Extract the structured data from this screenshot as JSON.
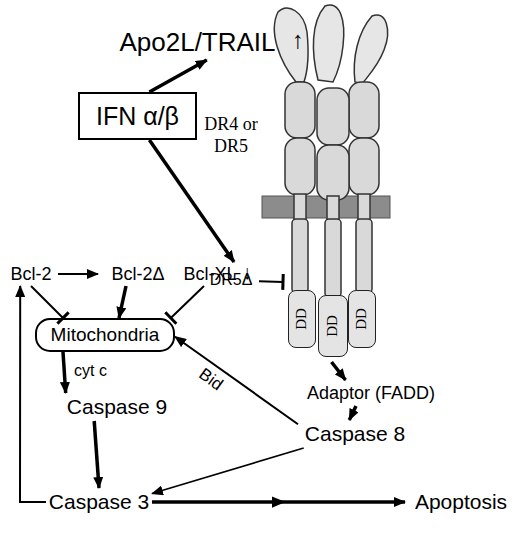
{
  "diagram": {
    "nodes": [
      {
        "text": [
          "Apo2L/TRAIL"
        ]
      },
      {
        "text": [
          "DR4 or DR5"
        ]
      },
      {
        "text": [
          "DD"
        ],
        "in": 1
      },
      {
        "text": [
          "DD"
        ],
        "in": 1
      },
      {
        "text": [
          "DD"
        ],
        "in": 1
      },
      {
        "text": [
          "IFN α/β"
        ]
      },
      {
        "text": [
          "DR5Δ"
        ]
      },
      {
        "text": [
          "Bcl-2"
        ]
      },
      {
        "text": [
          "Bcl-2Δ"
        ]
      },
      {
        "text": [
          "Bcl-XL"
        ]
      },
      {
        "text": [
          "Adaptor (FADD)"
        ]
      },
      {
        "text": [
          "Mitochondria"
        ]
      },
      {
        "text": [
          "Caspase 8"
        ]
      },
      {
        "text": [
          "Caspase 9"
        ]
      },
      {
        "text": [
          "Caspase 3"
        ]
      },
      {
        "text": [
          "Apoptosis"
        ]
      }
    ],
    "edges": [
      {
        "from": 5,
        "to": 0,
        "arrow": "to"
      },
      {
        "from": 5,
        "to": 9,
        "arrow": "to"
      },
      {
        "from": 6,
        "to": 1,
        "arrow": "to"
      },
      {
        "from": 1,
        "to": 10,
        "arrow": "to"
      },
      {
        "from": 10,
        "to": 12,
        "arrow": "to"
      },
      {
        "from": 12,
        "to": 11,
        "label": "Bid",
        "arrow": "to"
      },
      {
        "from": 12,
        "to": 14,
        "arrow": "to"
      },
      {
        "from": 7,
        "to": 8,
        "arrow": "to"
      },
      {
        "from": 7,
        "to": 11,
        "arrow": "to"
      },
      {
        "from": 8,
        "to": 11,
        "arrow": "to"
      },
      {
        "from": 9,
        "to": 11,
        "arrow": "to"
      },
      {
        "from": 11,
        "to": 13,
        "label": "cyt c",
        "arrow": "to"
      },
      {
        "from": 13,
        "to": 14,
        "arrow": "to"
      },
      {
        "from": 14,
        "to": 7,
        "arrow": "to"
      },
      {
        "from": 14,
        "to": 15,
        "arrow": "to"
      }
    ],
    "labels": [
      "↑",
      "↓"
    ]
  }
}
